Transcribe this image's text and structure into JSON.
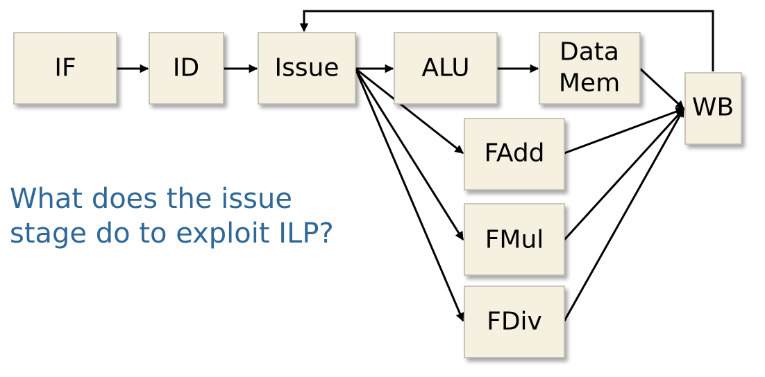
{
  "nodes": {
    "if": "IF",
    "id": "ID",
    "issue": "Issue",
    "alu": "ALU",
    "datamem_line1": "Data",
    "datamem_line2": "Mem",
    "wb": "WB",
    "fadd": "FAdd",
    "fmul": "FMul",
    "fdiv": "FDiv"
  },
  "question": {
    "line1": "What does the issue",
    "line2": "stage do to exploit ILP?"
  },
  "colors": {
    "box_fill": "#f6f0e1",
    "box_border": "#b9b4a8",
    "arrow": "#000000",
    "question_text": "#2f6797"
  }
}
